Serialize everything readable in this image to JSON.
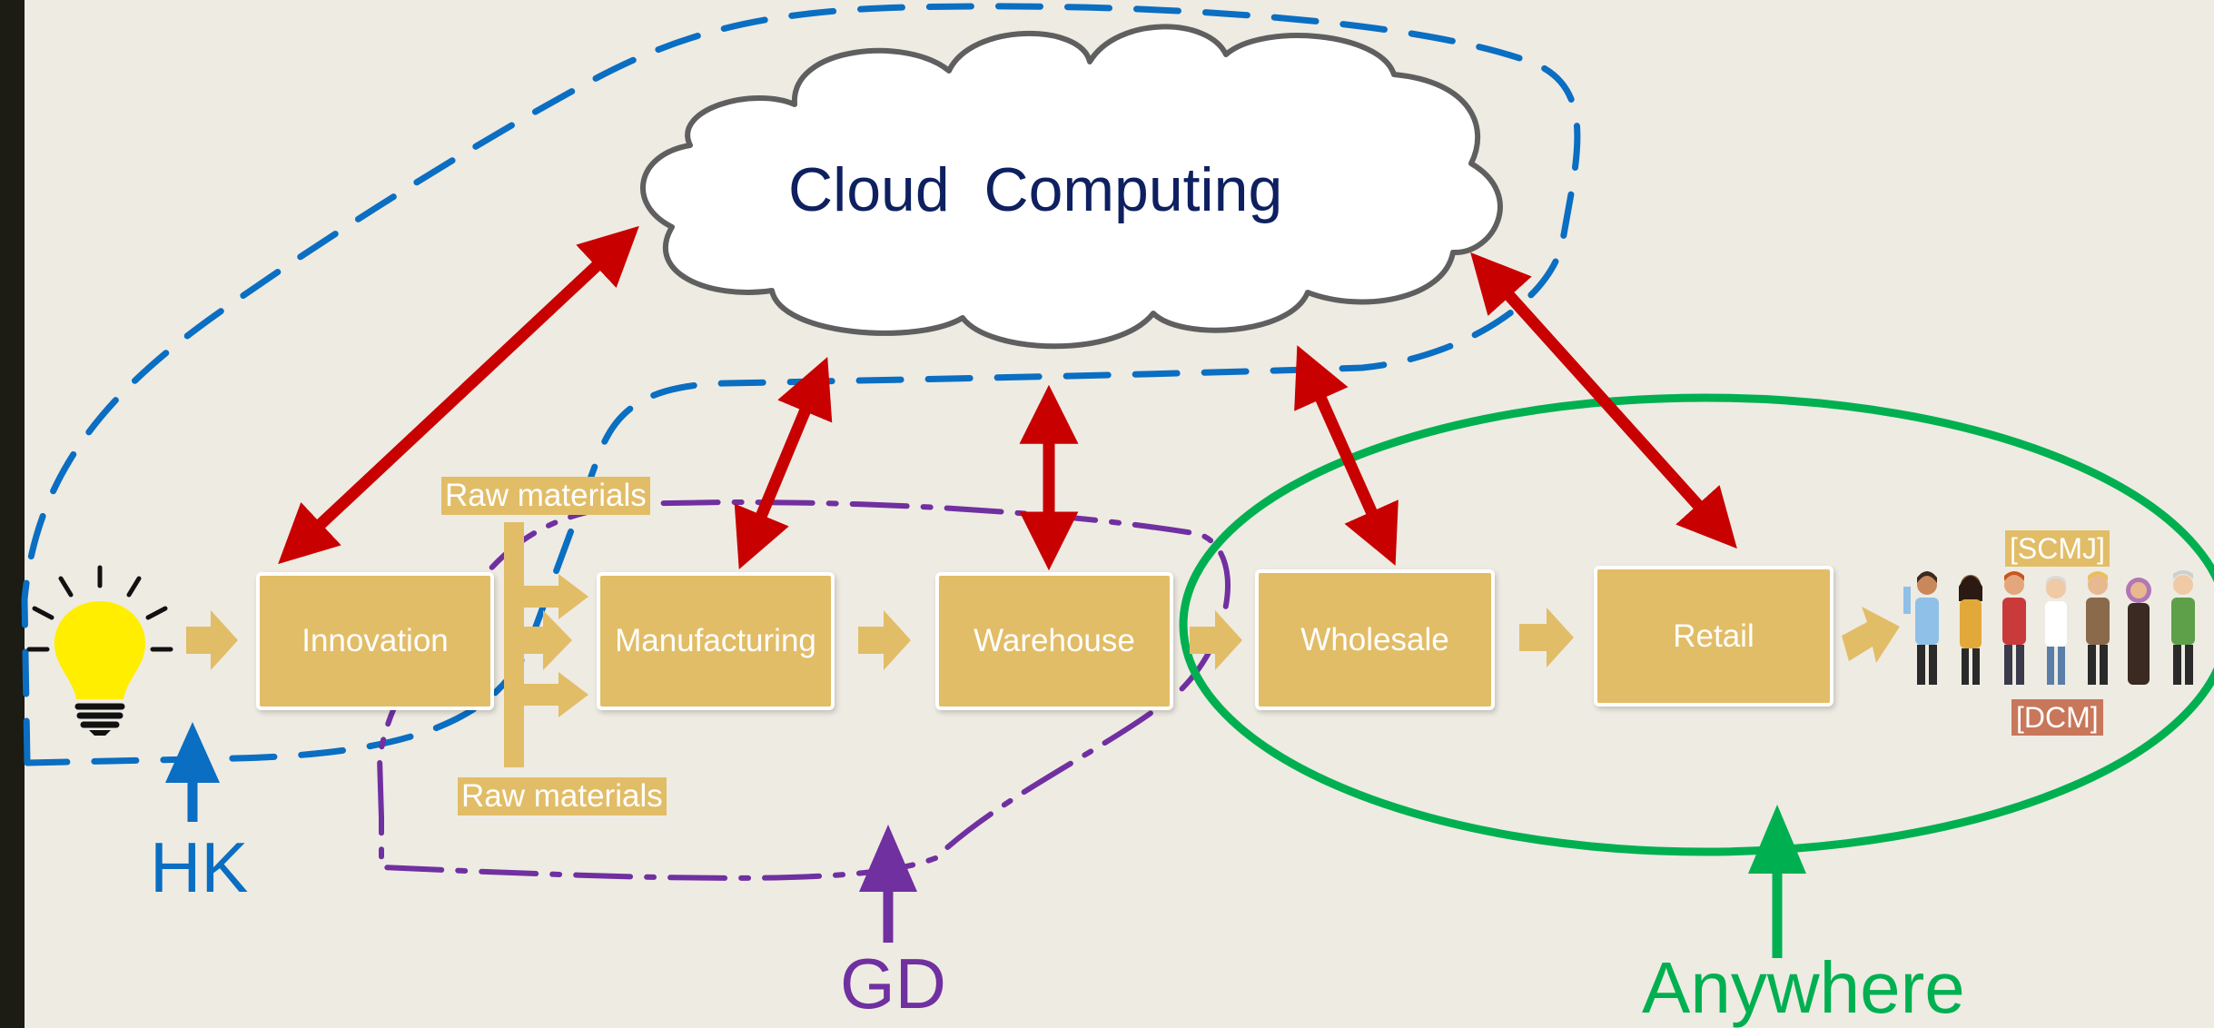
{
  "cloud": {
    "title": "Cloud  Computing"
  },
  "stages": {
    "innovation": "Innovation",
    "manufacturing": "Manufacturing",
    "warehouse": "Warehouse",
    "wholesale": "Wholesale",
    "retail": "Retail"
  },
  "inputs": {
    "raw_top": "Raw materials",
    "raw_bottom": "Raw materials"
  },
  "customer_tags": {
    "scmj": "[SCMJ]",
    "dcm": "[DCM]"
  },
  "regions": {
    "hk": "HK",
    "gd": "GD",
    "anywhere": "Anywhere"
  },
  "icons": {
    "idea": "lightbulb-icon",
    "customers": "people-group-icon"
  },
  "colors": {
    "background": "#EEEBE3",
    "stage_fill": "#E2BD67",
    "cloud_text": "#0E2060",
    "arrows_red": "#C80000",
    "hk_blue": "#0A6EC2",
    "gd_purple": "#7030A0",
    "anywhere_green": "#00B050"
  }
}
